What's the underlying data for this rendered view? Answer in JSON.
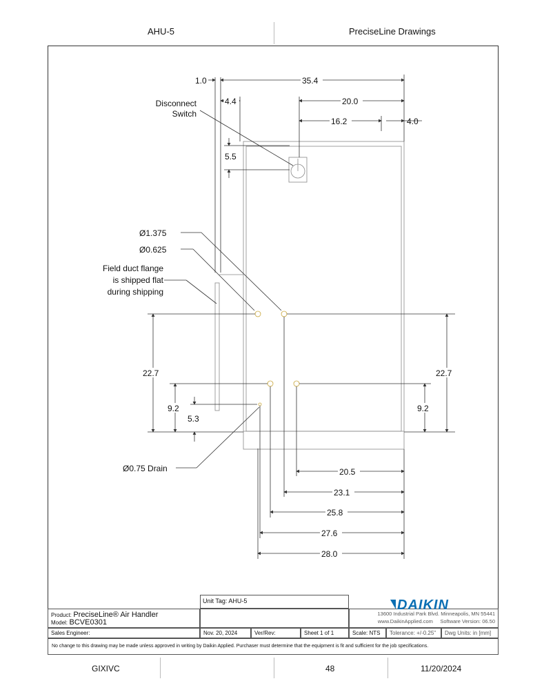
{
  "header": {
    "left": "AHU-5",
    "right": "PreciseLine Drawings"
  },
  "drawing": {
    "dims_top": [
      "1.0",
      "35.4",
      "4.4",
      "20.0",
      "16.2",
      "4.0",
      "5.5"
    ],
    "labels": {
      "disconnect_1": "Disconnect",
      "disconnect_2": "Switch",
      "d1375": "Ø1.375",
      "d0625": "Ø0.625",
      "flange_1": "Field duct flange",
      "flange_2": "is shipped flat",
      "flange_3": "during shipping",
      "drain": "Ø0.75 Drain"
    },
    "dims_left": [
      "22.7",
      "9.2",
      "5.3"
    ],
    "dims_right": [
      "22.7",
      "9.2"
    ],
    "dims_bottom": [
      "20.5",
      "23.1",
      "25.8",
      "27.6",
      "28.0"
    ]
  },
  "title_block": {
    "unit_tag": "Unit Tag: AHU-5",
    "product_label": "Product:",
    "product": "PreciseLine® Air Handler",
    "model_label": "Model:",
    "model": "BCVE0301",
    "sales_engineer": "Sales Engineer:",
    "date": "Nov. 20, 2024",
    "ver": "Ver/Rev:",
    "sheet": "Sheet 1 of 1",
    "scale": "Scale: NTS",
    "tolerance": "Tolerance: +/-0.25\"",
    "dwg_units": "Dwg Units: in [mm]",
    "address": "13600 Industrial Park Blvd. Minneapolis, MN 55441",
    "website": "www.DaikinApplied.com",
    "software": "Software Version: 06.50",
    "brand": "DAIKIN",
    "notice": "No change to this drawing may be made unless approved in writing by Daikin Applied.  Purchaser must determine that the equipment is fit and sufficient for the job specifications."
  },
  "footer": {
    "left": "GIXIVC",
    "page": "48",
    "date": "11/20/2024"
  }
}
